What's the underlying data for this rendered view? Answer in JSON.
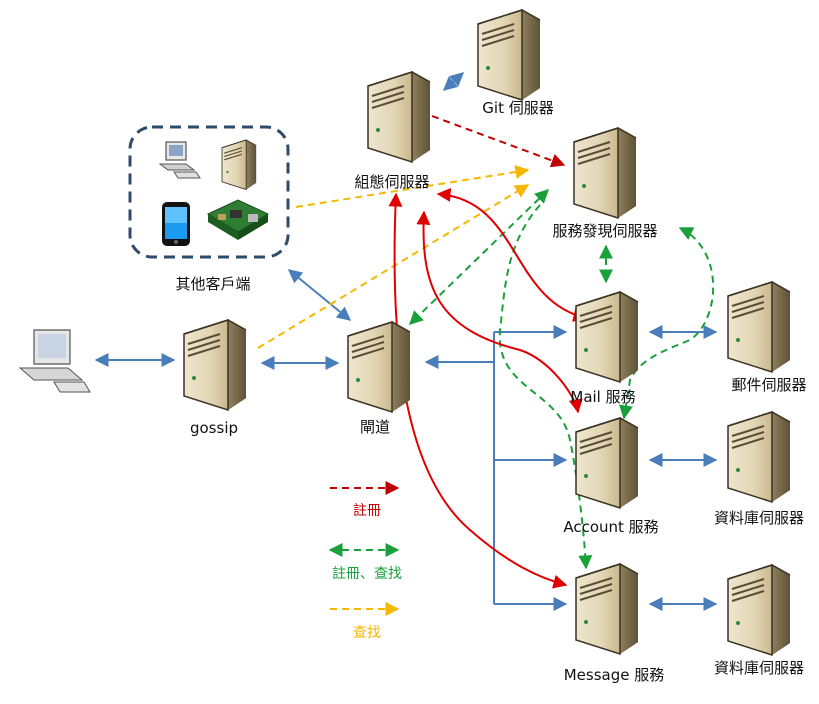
{
  "nodes": {
    "git_server": "Git 伺服器",
    "config_server": "組態伺服器",
    "discovery_server": "服務發現伺服器",
    "other_clients": "其他客戶端",
    "gossip": "gossip",
    "gateway": "閘道",
    "mail_service": "Mail 服務",
    "mail_server": "郵件伺服器",
    "account_service": "Account 服務",
    "account_db": "資料庫伺服器",
    "message_service": "Message 服務",
    "message_db": "資料庫伺服器"
  },
  "legend": {
    "register": "註冊",
    "register_lookup": "註冊、查找",
    "lookup": "查找"
  },
  "colors": {
    "register": "#c00000",
    "register_lookup": "#1aa03a",
    "lookup": "#f5b700",
    "connection": "#4a7ebb",
    "config_fetch": "#e00000",
    "client_frame": "#2f4a6b"
  }
}
